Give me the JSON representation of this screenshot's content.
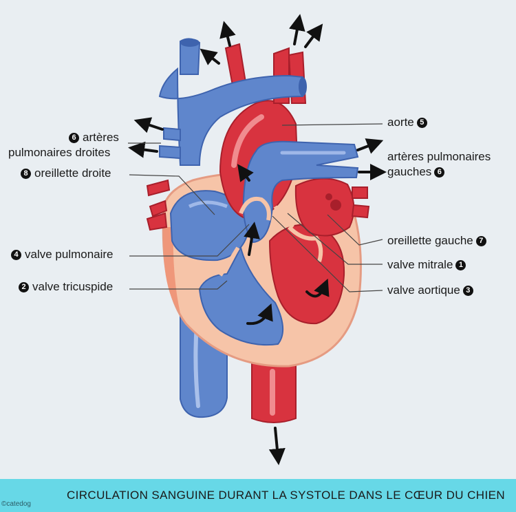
{
  "labels": {
    "aorte": {
      "text": "aorte",
      "num": "5"
    },
    "art_droites_1": {
      "text": "artères",
      "num": "6"
    },
    "art_droites_2": {
      "text": "pulmonaires droites"
    },
    "oreillette_droite": {
      "text": "oreillette droite",
      "num": "8"
    },
    "art_gauches_1": {
      "text": "artères pulmonaires"
    },
    "art_gauches_2": {
      "text": "gauches",
      "num": "6"
    },
    "valve_pulmonaire": {
      "text": "valve pulmonaire",
      "num": "4"
    },
    "valve_tricuspide": {
      "text": "valve tricuspide",
      "num": "2"
    },
    "oreillette_gauche": {
      "text": "oreillette gauche",
      "num": "7"
    },
    "valve_mitrale": {
      "text": "valve mitrale",
      "num": "1"
    },
    "valve_aortique": {
      "text": "valve aortique",
      "num": "3"
    }
  },
  "footer": {
    "title": "CIRCULATION SANGUINE DURANT LA SYSTOLE DANS LE CŒUR DU CHIEN",
    "credit": "©catedog"
  },
  "colors": {
    "blue": "#5f86cc",
    "blue_dark": "#3e63ae",
    "red": "#d8333f",
    "red_dark": "#a81f2b",
    "pink": "#f6c4a8",
    "background": "#e9eef2",
    "footer_bar": "#67d8e7"
  }
}
